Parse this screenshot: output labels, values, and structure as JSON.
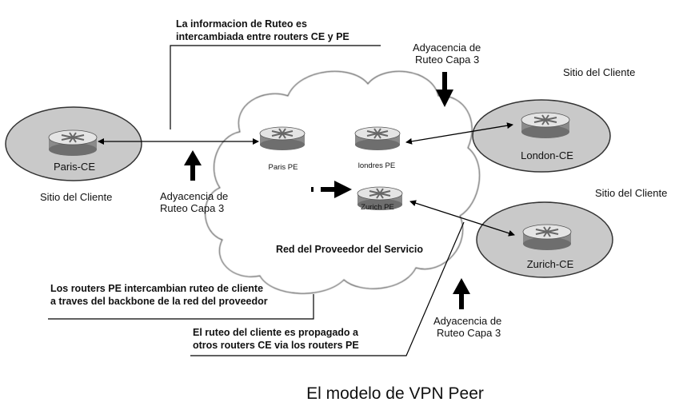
{
  "caption": "El modelo de VPN Peer",
  "cloud_label": "Red del Proveedor del Servicio",
  "routers": {
    "paris_ce": "Paris-CE",
    "london_ce": "London-CE",
    "zurich_ce": "Zurich-CE",
    "paris_pe": "Paris PE",
    "londres_pe": "londres PE",
    "zurich_pe": "Zurich PE"
  },
  "sites": {
    "paris": "Sitio del Cliente",
    "london": "Sitio del Cliente",
    "zurich": "Sitio del Cliente"
  },
  "adjacency": {
    "line1": "Adyacencia de",
    "line2": "Ruteo Capa 3"
  },
  "notes": {
    "top": [
      "La informacion de Ruteo es",
      "intercambiada entre routers CE y PE"
    ],
    "mid": [
      "Los routers PE intercambian ruteo de cliente",
      "a traves del backbone de la red del proveedor"
    ],
    "bottom": [
      "El ruteo del cliente es propagado a",
      "otros routers CE via los routers PE"
    ]
  },
  "colors": {
    "site_fill": "#c9c9c9",
    "router_top": "#e4e4e4",
    "router_body": "#8a8a8a",
    "line": "#000000"
  }
}
